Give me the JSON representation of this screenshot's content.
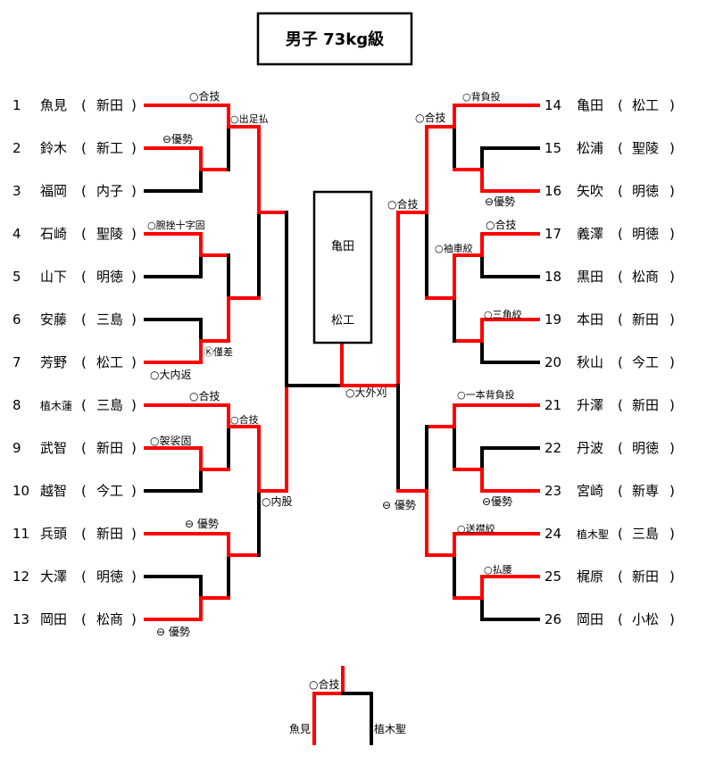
{
  "title": "男子 73kg級",
  "colors": {
    "winner": "#ff0000",
    "loser": "#000000"
  },
  "left_players": [
    {
      "num": "1",
      "name": "魚見",
      "school": "新田"
    },
    {
      "num": "2",
      "name": "鈴木",
      "school": "新工"
    },
    {
      "num": "3",
      "name": "福岡",
      "school": "内子"
    },
    {
      "num": "4",
      "name": "石崎",
      "school": "聖陵"
    },
    {
      "num": "5",
      "name": "山下",
      "school": "明徳"
    },
    {
      "num": "6",
      "name": "安藤",
      "school": "三島"
    },
    {
      "num": "7",
      "name": "芳野",
      "school": "松工"
    },
    {
      "num": "8",
      "name": "植木蓮",
      "school": "三島"
    },
    {
      "num": "9",
      "name": "武智",
      "school": "新田"
    },
    {
      "num": "10",
      "name": "越智",
      "school": "今工"
    },
    {
      "num": "11",
      "name": "兵頭",
      "school": "新田"
    },
    {
      "num": "12",
      "name": "大澤",
      "school": "明徳"
    },
    {
      "num": "13",
      "name": "岡田",
      "school": "松商"
    }
  ],
  "right_players": [
    {
      "num": "14",
      "name": "亀田",
      "school": "松工"
    },
    {
      "num": "15",
      "name": "松浦",
      "school": "聖陵"
    },
    {
      "num": "16",
      "name": "矢吹",
      "school": "明徳"
    },
    {
      "num": "17",
      "name": "義澤",
      "school": "明徳"
    },
    {
      "num": "18",
      "name": "黒田",
      "school": "松商"
    },
    {
      "num": "19",
      "name": "本田",
      "school": "新田"
    },
    {
      "num": "20",
      "name": "秋山",
      "school": "今工"
    },
    {
      "num": "21",
      "name": "升澤",
      "school": "新田"
    },
    {
      "num": "22",
      "name": "丹波",
      "school": "明徳"
    },
    {
      "num": "23",
      "name": "宮崎",
      "school": "新専"
    },
    {
      "num": "24",
      "name": "植木聖",
      "school": "三島"
    },
    {
      "num": "25",
      "name": "梶原",
      "school": "新田"
    },
    {
      "num": "26",
      "name": "岡田",
      "school": "小松"
    }
  ],
  "results": {
    "l_r1_1": "○合技",
    "l_r2_1": "○出足払",
    "l_r1_23": "⊖優勢",
    "l_r1_45": "○腕挫十字固",
    "l_r1_67": "Ⓚ僅差",
    "l_r1_7": "○大内返",
    "l_r1_8": "○合技",
    "l_r2_8": "○合技",
    "l_r1_9": "○袈裟固",
    "l_sf": "○内股",
    "l_r1_11": "⊖ 優勢",
    "l_r1_13": "⊖ 優勢",
    "final": "○大外刈",
    "r_r1_14": "○背負投",
    "r_r2_14": "○合技",
    "r_r1_16": "⊖優勢",
    "r_sf_top": "○合技",
    "r_r1_17": "○合技",
    "r_r2_17": "○袖車絞",
    "r_r1_19": "○三角絞",
    "r_r1_21": "○一本背負投",
    "r_r1_23": "⊖優勢",
    "r_sf_bot": "⊖ 優勢",
    "r_r1_24": "○送襟絞",
    "r_r1_25": "○払腰"
  },
  "result_box": {
    "name": "亀田",
    "school": "松工"
  },
  "third_place": {
    "label": "○合技",
    "winner": "魚見",
    "loser": "植木聖"
  },
  "paren_open": "(",
  "paren_close": ")"
}
